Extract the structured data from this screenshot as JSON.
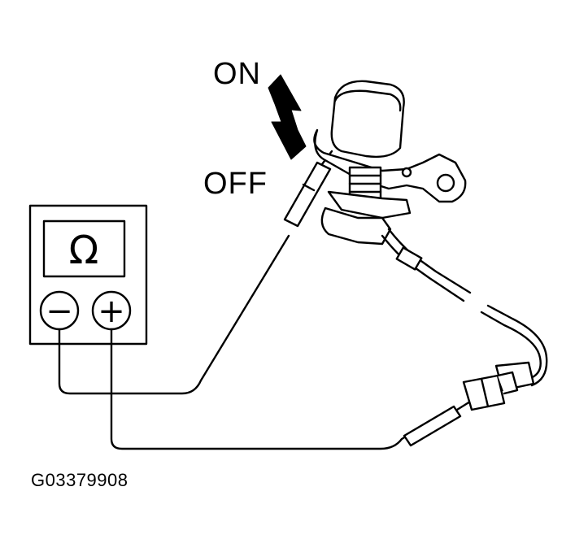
{
  "labels": {
    "on": "ON",
    "off": "OFF",
    "figure_code": "G03379908"
  },
  "meter": {
    "display_symbol": "Ω",
    "negative_terminal": "−",
    "positive_terminal": "+"
  },
  "colors": {
    "ink": "#000000",
    "paper": "#ffffff"
  }
}
